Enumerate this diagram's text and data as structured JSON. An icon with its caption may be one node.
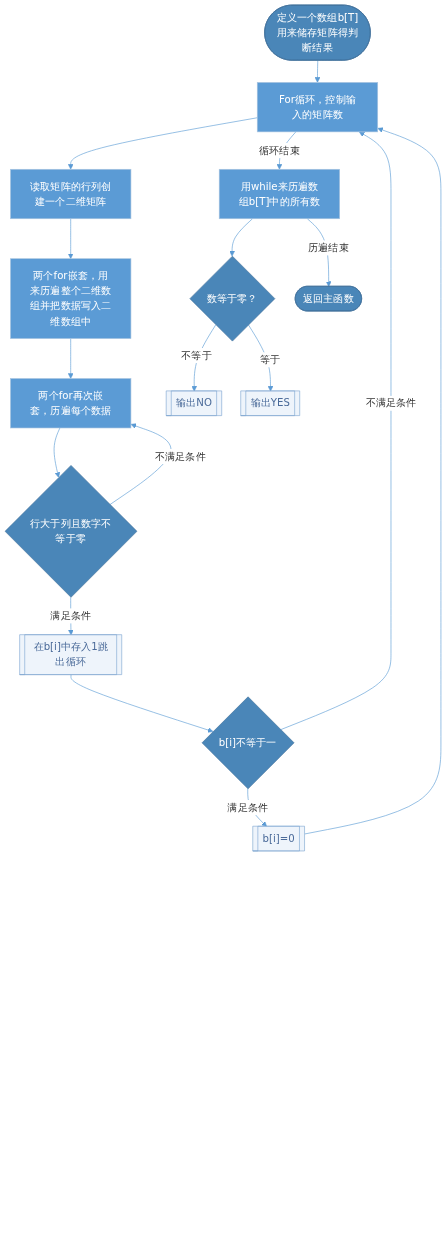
{
  "diagram": {
    "nodes": [
      {
        "text": [
          "定义一个数组b[T]用来储存矩阵得判断结果"
        ]
      },
      {
        "text": [
          "For循环，控制输入的矩阵数"
        ]
      },
      {
        "text": [
          "读取矩阵的行列创建一个二维矩阵"
        ]
      },
      {
        "text": [
          "两个for嵌套，用来历遍整个二维数组并把数据写入二维数组中"
        ]
      },
      {
        "text": [
          "两个for再次嵌套，历遍每个数据"
        ]
      },
      {
        "text": [
          "行大于列且数字不等于零"
        ]
      },
      {
        "text": [
          "在b[i]中存入1跳出循环"
        ]
      },
      {
        "text": [
          "b[i]不等于一"
        ]
      },
      {
        "text": [
          "b[i]=0"
        ]
      },
      {
        "text": [
          "用while来历遍数组b[T]中的所有数"
        ]
      },
      {
        "text": [
          "数等于零？"
        ]
      },
      {
        "text": [
          "输出NO"
        ]
      },
      {
        "text": [
          "输出YES"
        ]
      },
      {
        "text": [
          "返回主函数"
        ]
      }
    ],
    "edges": [
      {
        "from": 0,
        "to": 1,
        "arrow": "to"
      },
      {
        "from": 1,
        "to": 2,
        "arrow": "to"
      },
      {
        "from": 2,
        "to": 3,
        "arrow": "to"
      },
      {
        "from": 3,
        "to": 4,
        "arrow": "to"
      },
      {
        "from": 4,
        "to": 5,
        "arrow": "to"
      },
      {
        "from": 5,
        "to": 4,
        "arrow": "to",
        "label": "不满足条件"
      },
      {
        "from": 5,
        "to": 6,
        "arrow": "to",
        "label": "满足条件"
      },
      {
        "from": 6,
        "to": 7,
        "arrow": "to"
      },
      {
        "from": 7,
        "to": 8,
        "arrow": "to",
        "label": "满足条件"
      },
      {
        "from": 7,
        "to": 1,
        "arrow": "to",
        "label": "不满足条件"
      },
      {
        "from": 8,
        "to": 1,
        "arrow": "to"
      },
      {
        "from": 1,
        "to": 9,
        "arrow": "to",
        "label": "循环结束"
      },
      {
        "from": 9,
        "to": 10,
        "arrow": "to"
      },
      {
        "from": 10,
        "to": 11,
        "arrow": "to",
        "label": "不等于"
      },
      {
        "from": 10,
        "to": 12,
        "arrow": "to",
        "label": "等于"
      },
      {
        "from": 9,
        "to": 13,
        "arrow": "to",
        "label": "历遍结束"
      }
    ]
  }
}
